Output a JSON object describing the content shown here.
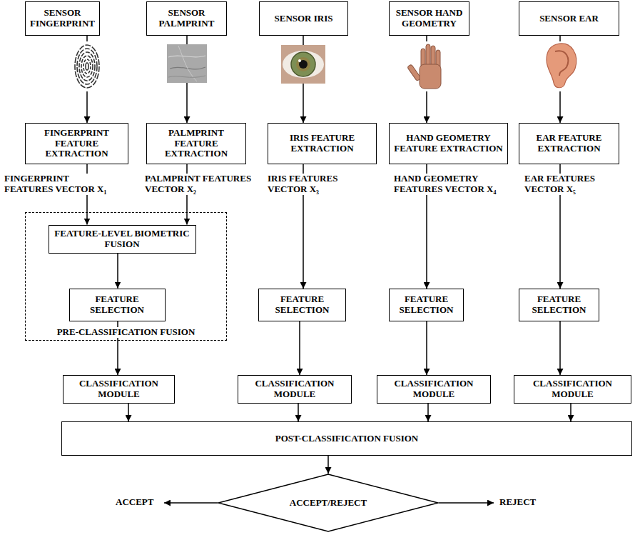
{
  "diagram": {
    "nodes": [
      {
        "text": [
          "SENSOR FINGERPRINT"
        ]
      },
      {
        "text": [
          "SENSOR PALMPRINT"
        ]
      },
      {
        "text": [
          "SENSOR IRIS"
        ]
      },
      {
        "text": [
          "SENSOR HAND GEOMETRY"
        ]
      },
      {
        "text": [
          "SENSOR EAR"
        ]
      },
      {
        "text": [
          "FINGERPRINT FEATURE EXTRACTION"
        ]
      },
      {
        "text": [
          "PALMPRINT FEATURE EXTRACTION"
        ]
      },
      {
        "text": [
          "IRIS FEATURE EXTRACTION"
        ]
      },
      {
        "text": [
          "HAND GEOMETRY FEATURE EXTRACTION"
        ]
      },
      {
        "text": [
          "EAR FEATURE EXTRACTION"
        ]
      },
      {
        "text": [
          "PRE-CLASSIFICATION FUSION"
        ]
      },
      {
        "text": [
          "FEATURE-LEVEL BIOMETRIC FUSION"
        ],
        "in": 10
      },
      {
        "text": [
          "FEATURE SELECTION"
        ],
        "in": 10
      },
      {
        "text": [
          "FEATURE SELECTION"
        ]
      },
      {
        "text": [
          "FEATURE SELECTION"
        ]
      },
      {
        "text": [
          "FEATURE SELECTION"
        ]
      },
      {
        "text": [
          "CLASSIFICATION MODULE"
        ]
      },
      {
        "text": [
          "CLASSIFICATION MODULE"
        ]
      },
      {
        "text": [
          "CLASSIFICATION MODULE"
        ]
      },
      {
        "text": [
          "CLASSIFICATION MODULE"
        ]
      },
      {
        "text": [
          "POST-CLASSIFICATION FUSION"
        ]
      },
      {
        "text": [
          "ACCEPT/REJECT"
        ]
      }
    ],
    "edges": [
      {
        "from": 0,
        "to": 5,
        "arrow": "to"
      },
      {
        "from": 1,
        "to": 6,
        "arrow": "to"
      },
      {
        "from": 2,
        "to": 7,
        "arrow": "to"
      },
      {
        "from": 3,
        "to": 8,
        "arrow": "to"
      },
      {
        "from": 4,
        "to": 9,
        "arrow": "to"
      },
      {
        "from": 5,
        "to": 11,
        "label": "FINGERPRINT FEATURES VECTOR X₁",
        "arrow": "to"
      },
      {
        "from": 6,
        "to": 11,
        "label": "PALMPRINT FEATURES VECTOR X₂",
        "arrow": "to"
      },
      {
        "from": 11,
        "to": 12,
        "arrow": "to"
      },
      {
        "from": 7,
        "to": 13,
        "label": "IRIS FEATURES VECTOR X₃",
        "arrow": "to"
      },
      {
        "from": 8,
        "to": 14,
        "label": "HAND GEOMETRY FEATURES VECTOR X₄",
        "arrow": "to"
      },
      {
        "from": 9,
        "to": 15,
        "label": "EAR FEATURES VECTOR X₅",
        "arrow": "to"
      },
      {
        "from": 12,
        "to": 16,
        "arrow": "to"
      },
      {
        "from": 13,
        "to": 17,
        "arrow": "to"
      },
      {
        "from": 14,
        "to": 18,
        "arrow": "to"
      },
      {
        "from": 15,
        "to": 19,
        "arrow": "to"
      },
      {
        "from": 16,
        "to": 20,
        "arrow": "to"
      },
      {
        "from": 17,
        "to": 20,
        "arrow": "to"
      },
      {
        "from": 18,
        "to": 20,
        "arrow": "to"
      },
      {
        "from": 19,
        "to": 20,
        "arrow": "to"
      },
      {
        "from": 20,
        "to": 21,
        "arrow": "to"
      }
    ],
    "labels": [
      "ACCEPT",
      "REJECT"
    ]
  }
}
